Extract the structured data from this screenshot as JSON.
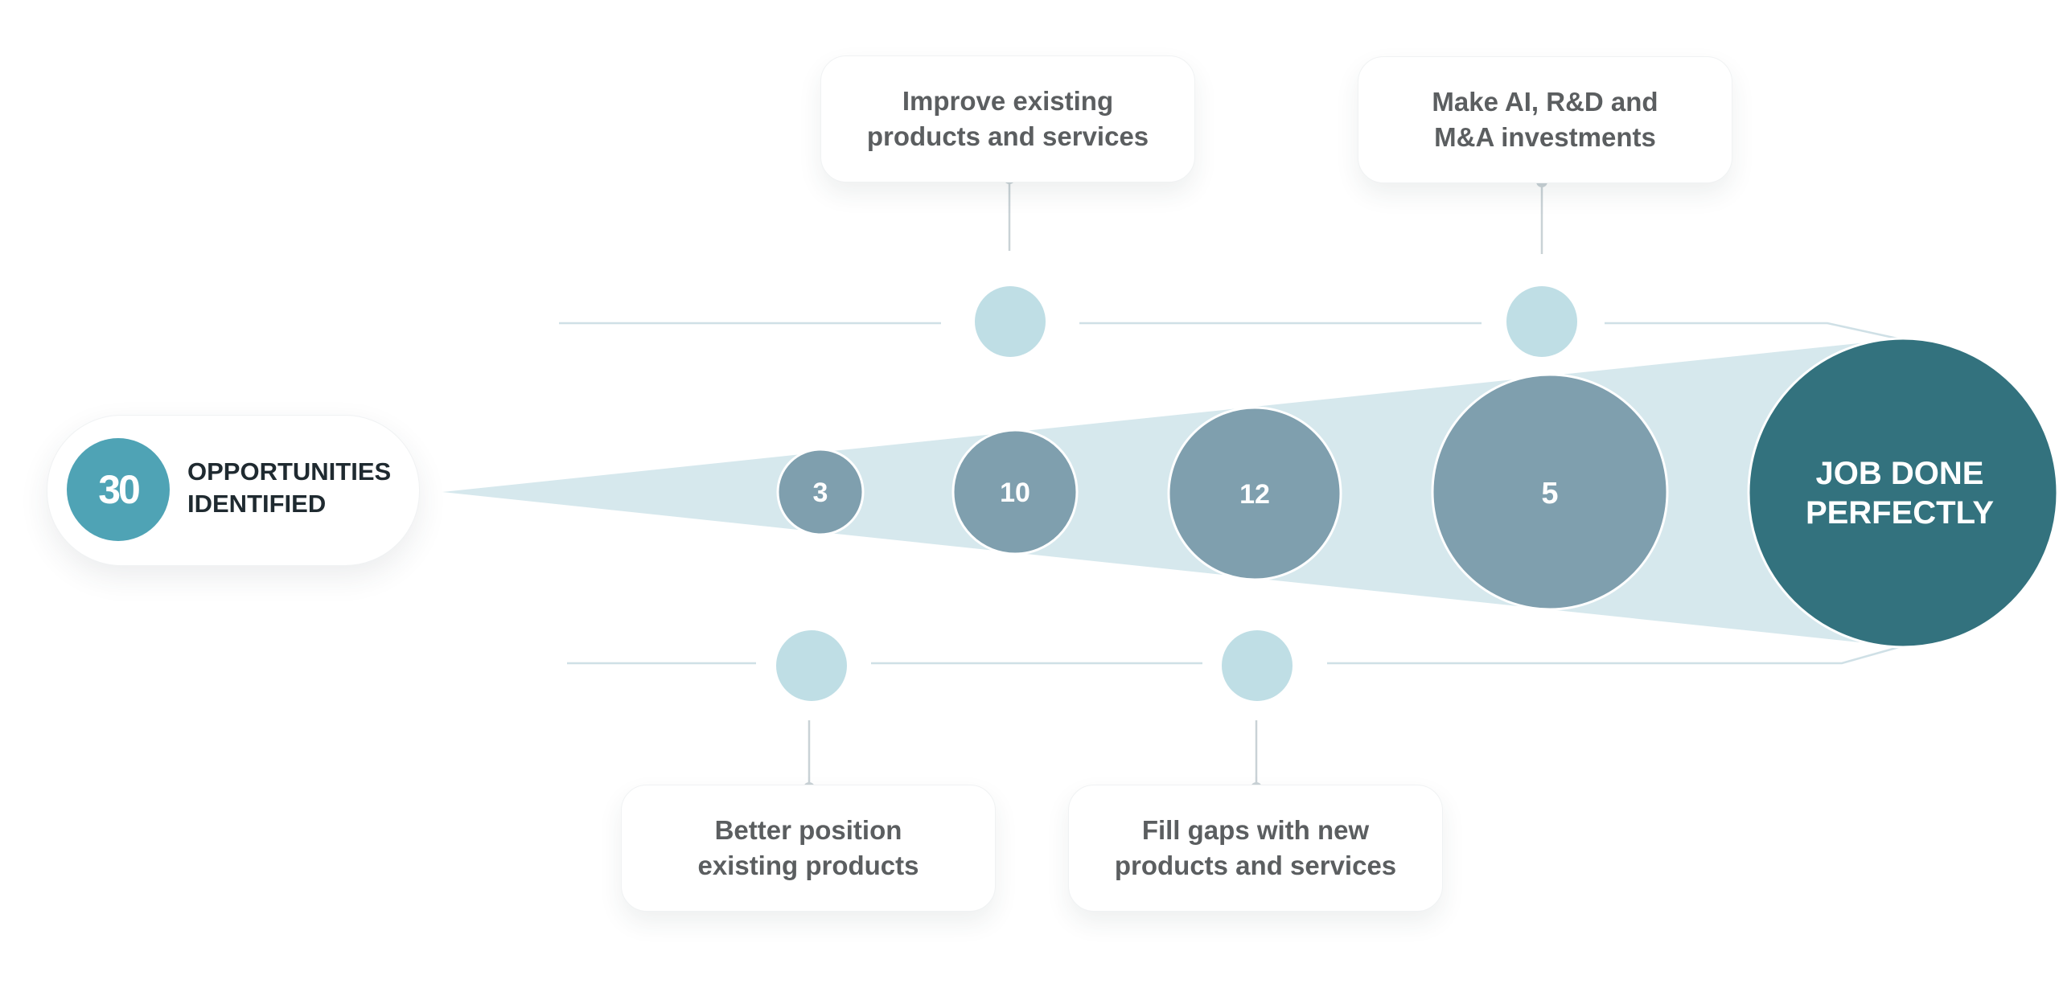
{
  "opportunities": {
    "number": "30",
    "label": "OPPORTUNITIES\nIDENTIFIED"
  },
  "funnel_bubbles": [
    {
      "value": "3"
    },
    {
      "value": "10"
    },
    {
      "value": "12"
    },
    {
      "value": "5"
    }
  ],
  "goal": {
    "label_line1": "JOB DONE",
    "label_line2": "PERFECTLY"
  },
  "callouts": {
    "improve": "Improve existing\nproducts and services",
    "invest": "Make AI, R&D and\nM&A investments",
    "better": "Better position\nexisting products",
    "fill": "Fill gaps with new\nproducts and services"
  },
  "colors": {
    "funnel_fill": "#d6e8ed",
    "bubble_fill": "#7f9fae",
    "goal_fill": "#33727e",
    "node_fill": "#bfdee5",
    "line": "#cfe0e6",
    "accent": "#4fa3b5"
  }
}
